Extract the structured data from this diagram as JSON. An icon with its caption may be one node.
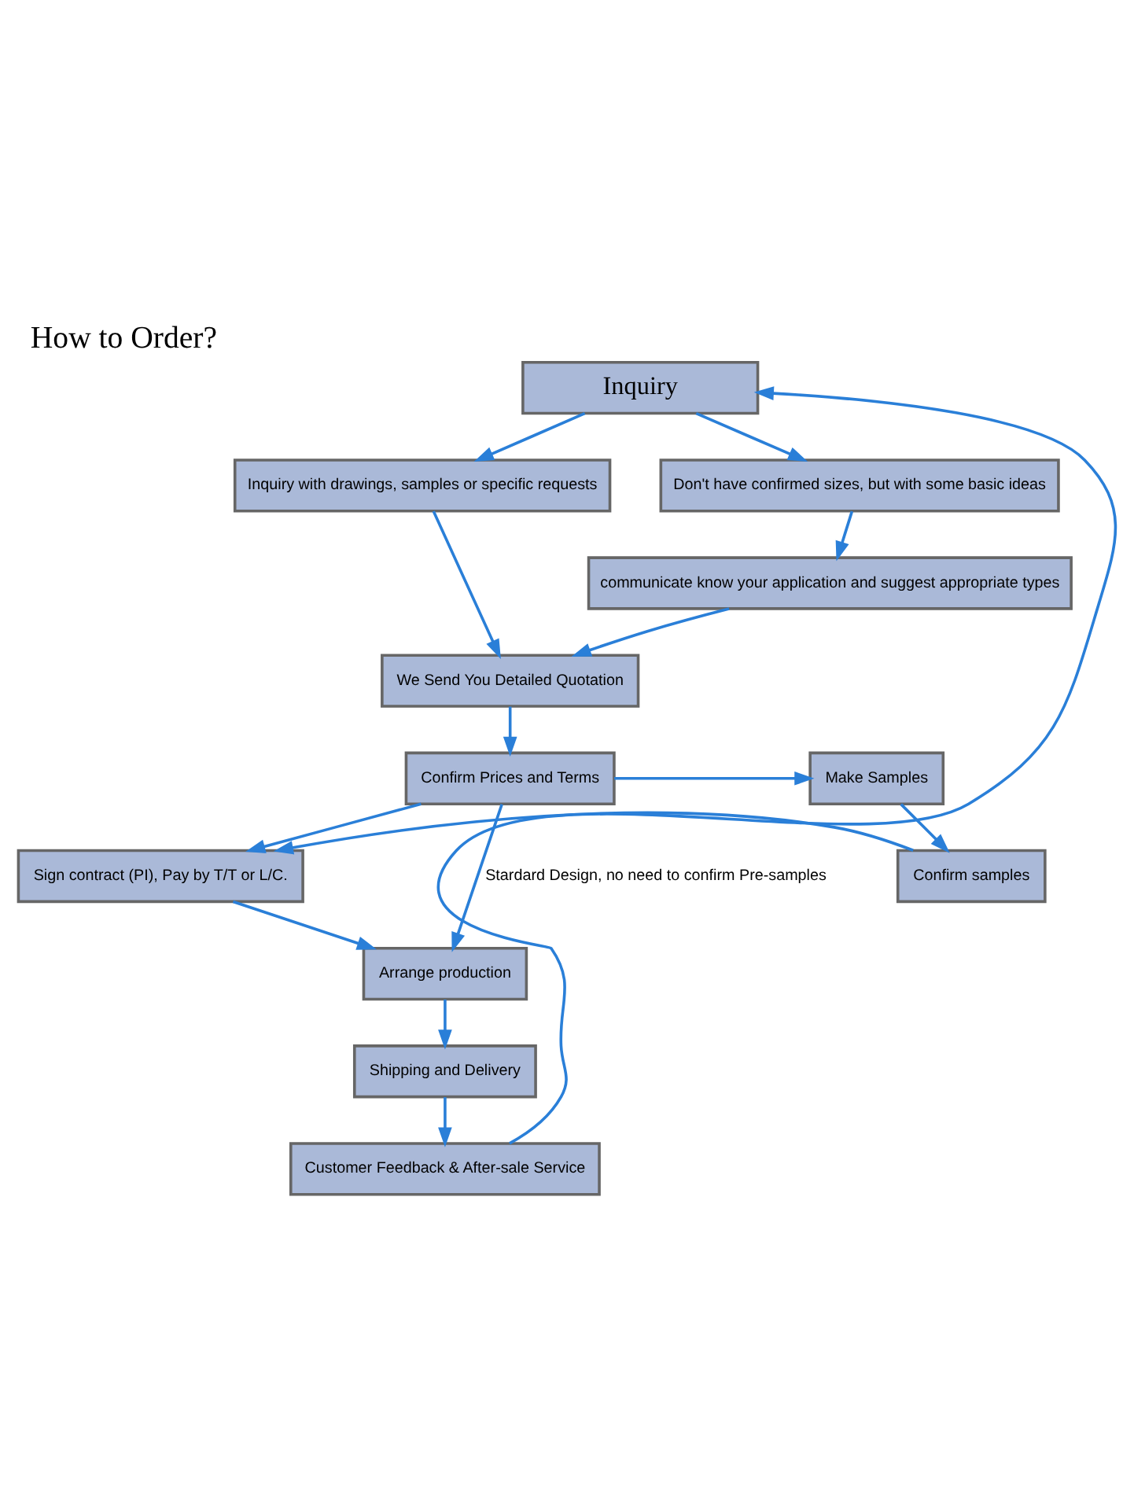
{
  "diagram": {
    "title": "How to Order?",
    "nodes": [
      {
        "text": [
          "Inquiry"
        ]
      },
      {
        "text": [
          "Inquiry with drawings, samples or specific requests"
        ]
      },
      {
        "text": [
          "Don't have confirmed sizes, but with some basic ideas"
        ]
      },
      {
        "text": [
          "communicate know your application and suggest appropriate types"
        ]
      },
      {
        "text": [
          "We Send You Detailed Quotation"
        ]
      },
      {
        "text": [
          "Make Samples"
        ]
      },
      {
        "text": [
          "Confirm Prices and Terms"
        ]
      },
      {
        "text": [
          "Confirm samples"
        ]
      },
      {
        "text": [
          "Sign contract (PI), Pay by T/T or L/C."
        ]
      },
      {
        "text": [
          "Arrange production"
        ]
      },
      {
        "text": [
          "Shipping and Delivery"
        ]
      },
      {
        "text": [
          "Customer Feedback & After-sale Service"
        ]
      }
    ],
    "edges": [
      {
        "from": 0,
        "to": 1,
        "arrow": "to"
      },
      {
        "from": 0,
        "to": 2,
        "arrow": "to"
      },
      {
        "from": 1,
        "to": 4,
        "arrow": "to"
      },
      {
        "from": 2,
        "to": 3,
        "arrow": "to"
      },
      {
        "from": 3,
        "to": 4,
        "arrow": "to"
      },
      {
        "from": 4,
        "to": 6,
        "arrow": "to"
      },
      {
        "from": 6,
        "to": 5,
        "arrow": "to"
      },
      {
        "from": 5,
        "to": 7,
        "arrow": "to"
      },
      {
        "from": 7,
        "to": 8,
        "arrow": "to"
      },
      {
        "from": 6,
        "to": 8,
        "arrow": "to"
      },
      {
        "from": 8,
        "to": 9,
        "arrow": "to"
      },
      {
        "from": 6,
        "to": 9,
        "arrow": "to",
        "label": "Stardard Design, no need to confirm Pre-samples"
      },
      {
        "from": 9,
        "to": 10,
        "arrow": "to"
      },
      {
        "from": 10,
        "to": 11,
        "arrow": "to"
      },
      {
        "from": 11,
        "to": 0,
        "arrow": "to"
      }
    ]
  }
}
